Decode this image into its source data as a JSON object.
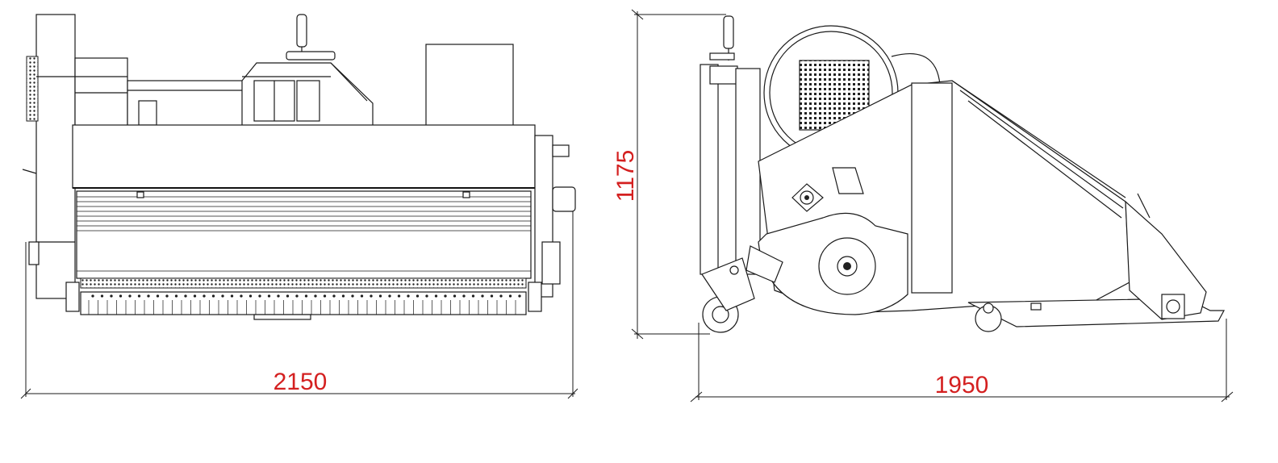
{
  "dimensions": {
    "front_width": "2150",
    "side_length": "1950",
    "side_height": "1175"
  },
  "colors": {
    "dimension_text": "#d42020",
    "lines": "#1a1a1a",
    "background": "#ffffff"
  }
}
